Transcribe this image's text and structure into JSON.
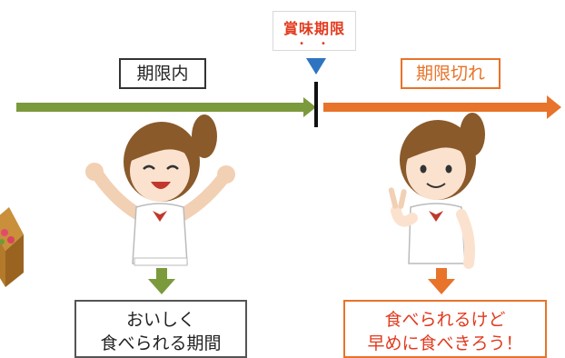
{
  "marker": {
    "label": "賞味期限"
  },
  "left_period": {
    "label": "期限内",
    "result_line1": "おいしく",
    "result_line2": "食べられる期間"
  },
  "right_period": {
    "label": "期限切れ",
    "result_line1": "食べられるけど",
    "result_line2": "早めに食べきろう！"
  },
  "colors": {
    "green": "#7b9a3c",
    "orange": "#e8732a",
    "marker_red": "#e23a1e",
    "triangle_blue": "#2f74c0"
  },
  "icons": [
    "bento-box-icon",
    "happy-girl-illustration",
    "peace-sign-girl-illustration",
    "down-arrow-green",
    "down-arrow-orange"
  ]
}
